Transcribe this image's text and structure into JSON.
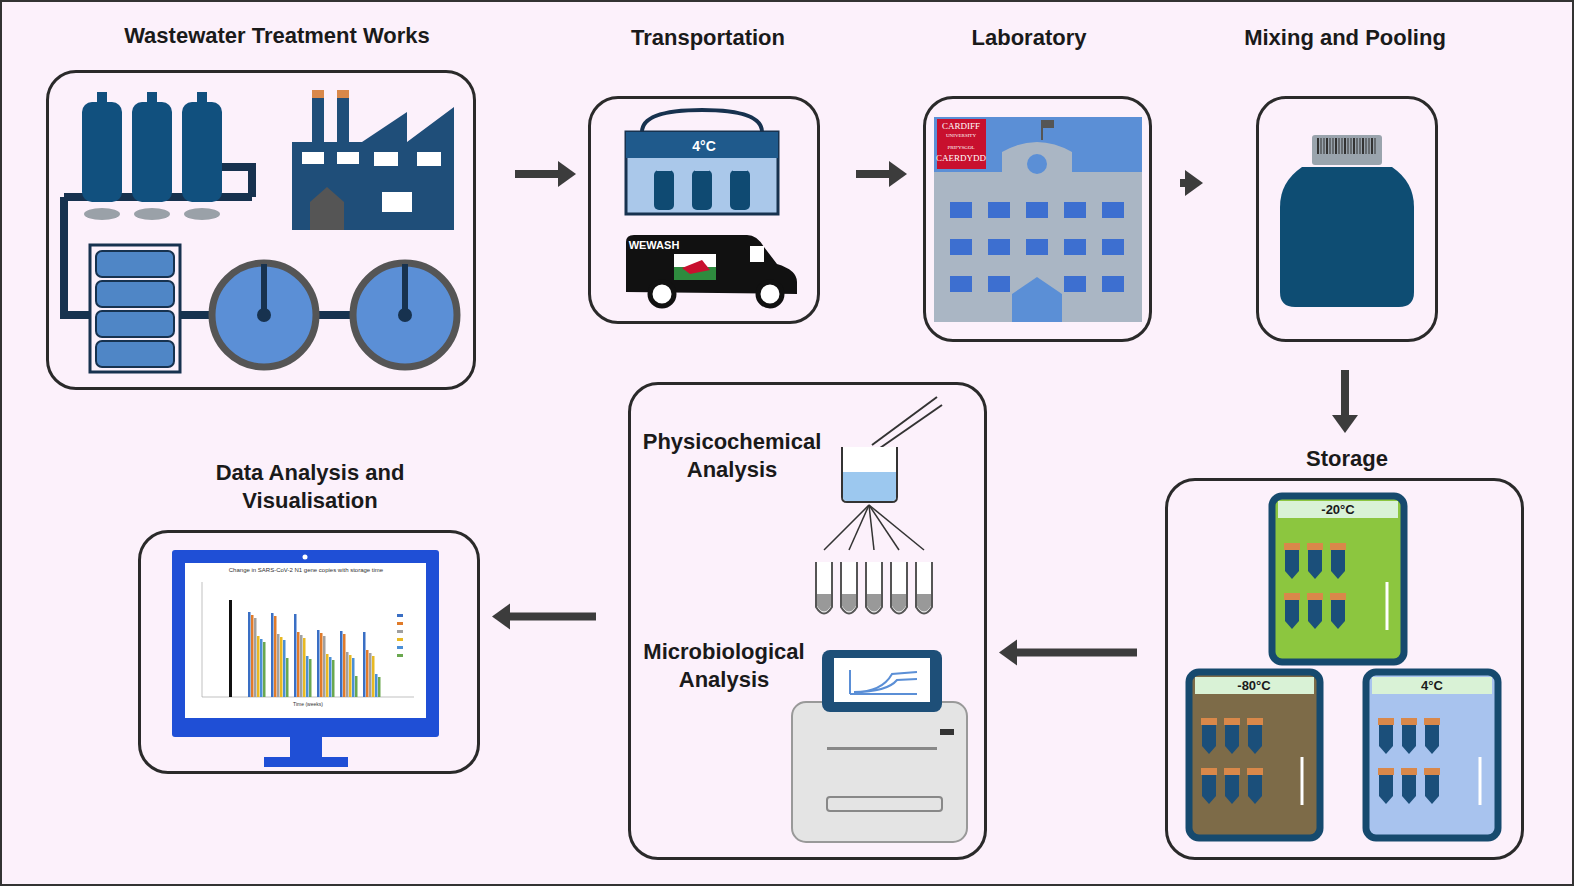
{
  "diagram": {
    "nodes": [
      {
        "text": [
          "Wastewater Treatment Works"
        ]
      },
      {
        "text": [
          "Transportation"
        ]
      },
      {
        "text": [
          "Laboratory"
        ]
      },
      {
        "text": [
          "Mixing and Pooling"
        ]
      },
      {
        "text": [
          "Storage"
        ]
      },
      {
        "text": [
          "-20°C"
        ],
        "in": 4
      },
      {
        "text": [
          "-80°C"
        ],
        "in": 4
      },
      {
        "text": [
          "4°C"
        ],
        "in": 4
      },
      {
        "text": [
          "Physicochemical Analysis",
          "Microbiological Analysis"
        ]
      },
      {
        "text": [
          "Data Analysis and Visualisation"
        ]
      }
    ],
    "edges": [
      {
        "from": 0,
        "to": 1,
        "arrow": "to"
      },
      {
        "from": 1,
        "to": 2,
        "arrow": "to"
      },
      {
        "from": 2,
        "to": 3,
        "arrow": "to"
      },
      {
        "from": 3,
        "to": 4,
        "arrow": "to"
      },
      {
        "from": 4,
        "to": 8,
        "arrow": "to"
      },
      {
        "from": 8,
        "to": 9,
        "arrow": "to"
      }
    ],
    "labels": [
      "4°C",
      "WEWASH",
      "CARDIFF",
      "UNIVERSITY",
      "PRIFYSGOL",
      "CAERDYDD",
      "Change in SARS-CoV-2 N1 gene copies with storage time",
      "Time (weeks)"
    ]
  }
}
